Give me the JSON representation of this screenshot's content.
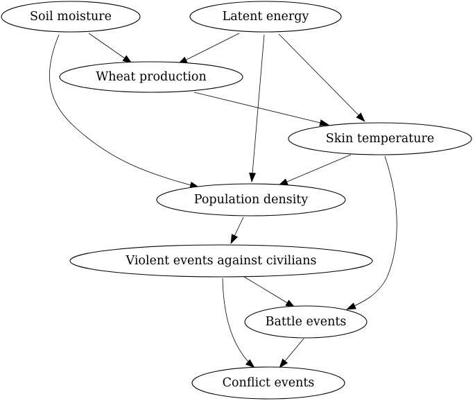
{
  "diagram": {
    "nodes": [
      {
        "id": "soil_moisture",
        "label": "Soil moisture"
      },
      {
        "id": "latent_energy",
        "label": "Latent energy"
      },
      {
        "id": "wheat_production",
        "label": "Wheat production"
      },
      {
        "id": "skin_temperature",
        "label": "Skin temperature"
      },
      {
        "id": "population_density",
        "label": "Population density"
      },
      {
        "id": "violent_events",
        "label": "Violent events against civilians"
      },
      {
        "id": "battle_events",
        "label": "Battle events"
      },
      {
        "id": "conflict_events",
        "label": "Conflict events"
      }
    ],
    "edges": [
      {
        "from": "soil_moisture",
        "to": "wheat_production"
      },
      {
        "from": "latent_energy",
        "to": "wheat_production"
      },
      {
        "from": "soil_moisture",
        "to": "population_density"
      },
      {
        "from": "latent_energy",
        "to": "population_density"
      },
      {
        "from": "latent_energy",
        "to": "skin_temperature"
      },
      {
        "from": "wheat_production",
        "to": "skin_temperature"
      },
      {
        "from": "skin_temperature",
        "to": "population_density"
      },
      {
        "from": "skin_temperature",
        "to": "battle_events"
      },
      {
        "from": "population_density",
        "to": "violent_events"
      },
      {
        "from": "violent_events",
        "to": "battle_events"
      },
      {
        "from": "violent_events",
        "to": "conflict_events"
      },
      {
        "from": "battle_events",
        "to": "conflict_events"
      }
    ]
  }
}
